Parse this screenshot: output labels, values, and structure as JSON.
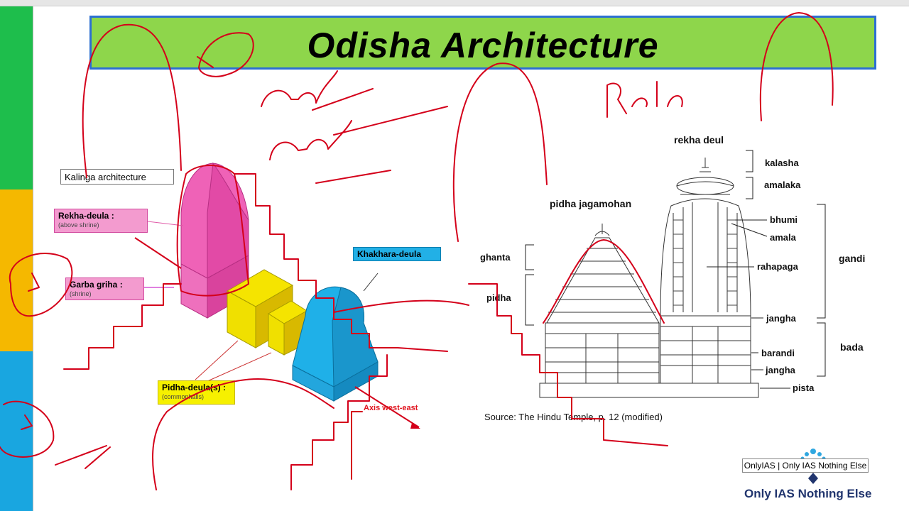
{
  "title": "Odisha Architecture",
  "left_diagram": {
    "heading": "Kalinga architecture",
    "rekha_deula": {
      "name": "Rekha-deula :",
      "sub": "(above shrine)"
    },
    "garba_griha": {
      "name": "Garba griha :",
      "sub": "(shrine)"
    },
    "khakhara_deula": {
      "name": "Khakhara-deula"
    },
    "pidha_deula": {
      "name": "Pidha-deula(s) :",
      "sub": "(commonhalls)"
    },
    "axis": "Axis west-east"
  },
  "right_diagram": {
    "rekha_deul": "rekha deul",
    "pidha_jagamohan": "pidha jagamohan",
    "labels": {
      "kalasha": "kalasha",
      "amalaka": "amalaka",
      "bhumi": "bhumi",
      "amala": "amala",
      "rahapaga": "rahapaga",
      "jangha_upper": "jangha",
      "barandi": "barandi",
      "jangha_lower": "jangha",
      "pista": "pista",
      "ghanta": "ghanta",
      "pidha": "pidha",
      "gandi": "gandi",
      "bada": "bada"
    },
    "source": "Source: The Hindu Temple, p. 12 (modified)"
  },
  "branding": {
    "tooltip": "OnlyIAS | Only IAS Nothing Else",
    "tagline": "Only IAS Nothing Else"
  },
  "colors": {
    "title_bg": "#8ed64b",
    "title_border": "#2c6fd1",
    "annotation_ink": "#d4001a",
    "strip_green": "#1ebe4c",
    "strip_yellow": "#f5b800",
    "strip_blue": "#19a6e0"
  }
}
